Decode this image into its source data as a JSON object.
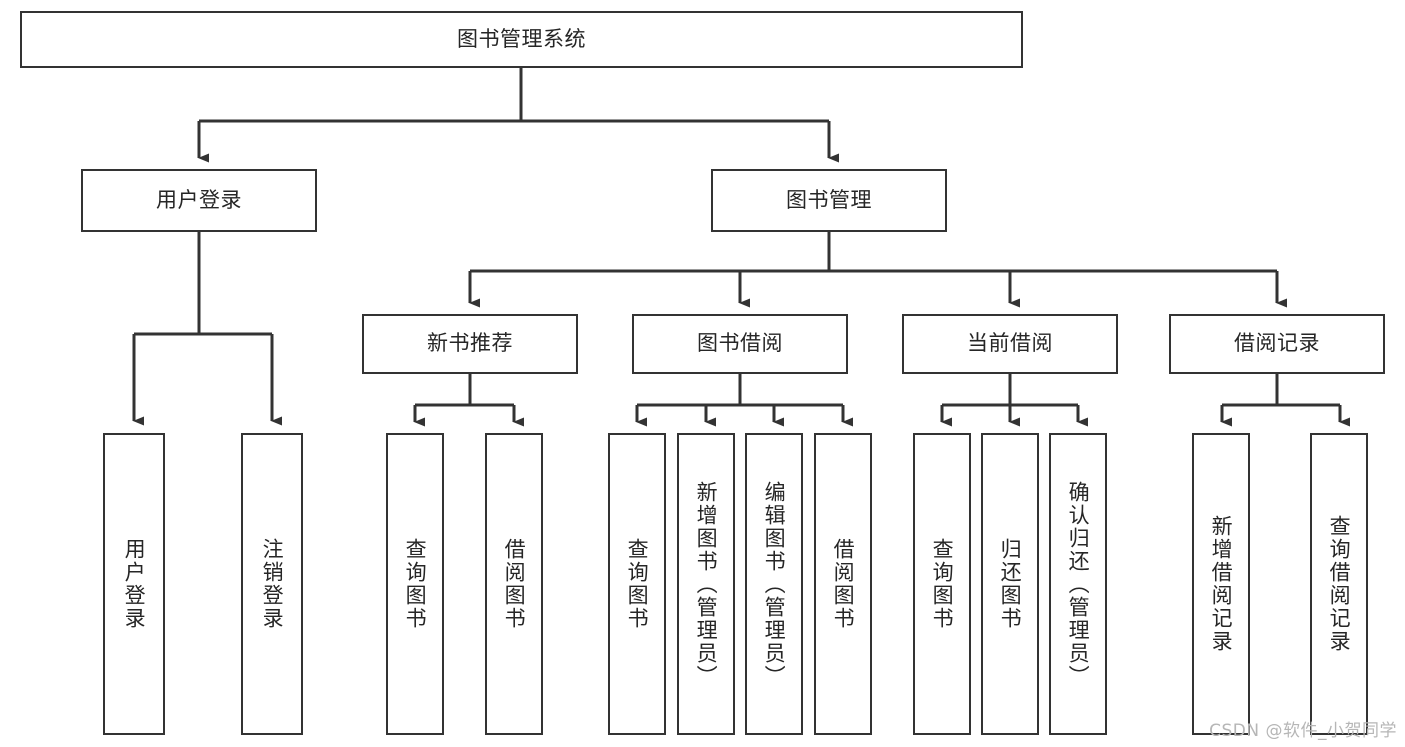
{
  "diagram": {
    "title": "图书管理系统",
    "watermark": "CSDN @软件_小贺同学",
    "colors": {
      "box_border": "#333333",
      "box_fill": "#ffffff",
      "connector": "#333333",
      "text": "#262626",
      "watermark": "#b6b6b6",
      "background": "#ffffff"
    },
    "root": {
      "label": "图书管理系统"
    },
    "level2": [
      {
        "label": "用户登录"
      },
      {
        "label": "图书管理"
      }
    ],
    "level3": [
      {
        "label": "新书推荐"
      },
      {
        "label": "图书借阅"
      },
      {
        "label": "当前借阅"
      },
      {
        "label": "借阅记录"
      }
    ],
    "leaves": {
      "user_login": [
        {
          "label": "用户登录"
        },
        {
          "label": "注销登录"
        }
      ],
      "new_book_recommend": [
        {
          "label": "查询图书"
        },
        {
          "label": "借阅图书"
        }
      ],
      "book_borrow": [
        {
          "label": "查询图书"
        },
        {
          "label": "新增图书（管理员）"
        },
        {
          "label": "编辑图书（管理员）"
        },
        {
          "label": "借阅图书"
        }
      ],
      "current_borrow": [
        {
          "label": "查询图书"
        },
        {
          "label": "归还图书"
        },
        {
          "label": "确认归还（管理员）"
        }
      ],
      "borrow_record": [
        {
          "label": "新增借阅记录"
        },
        {
          "label": "查询借阅记录"
        }
      ]
    }
  }
}
